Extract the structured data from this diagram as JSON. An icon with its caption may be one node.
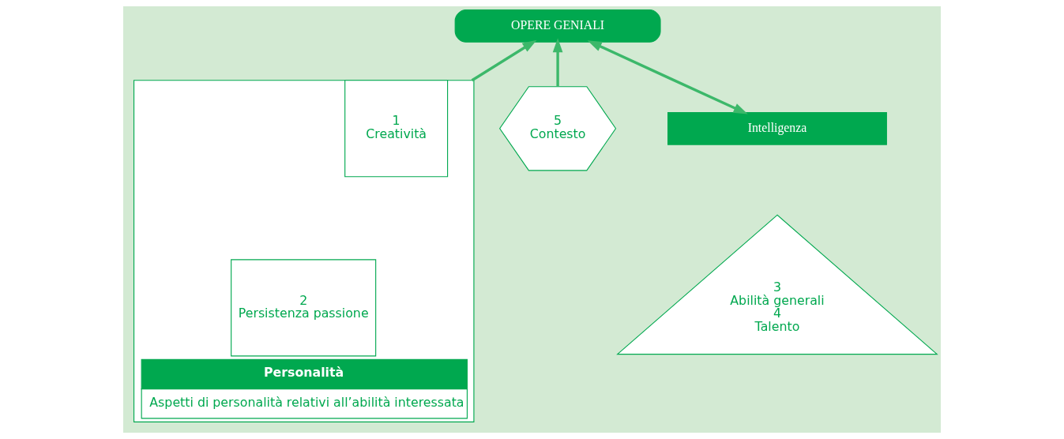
{
  "diagram": {
    "nodes": [
      {
        "text": [
          "OPERE GENIALI"
        ]
      },
      {
        "text": [
          "Personalità",
          "Aspetti di personalità relativi all’abilità interessata"
        ]
      },
      {
        "text": [
          "1",
          "Creatività"
        ],
        "in": 1
      },
      {
        "text": [
          "2",
          "Persistenza passione"
        ],
        "in": 1
      },
      {
        "text": [
          "5",
          "Contesto"
        ]
      },
      {
        "text": [
          "Intelligenza"
        ]
      },
      {
        "text": [
          "3",
          "Abilità generali",
          "4",
          "Talento"
        ]
      }
    ],
    "edges": [
      {
        "from": 1,
        "to": 0,
        "arrow": "to"
      },
      {
        "from": 4,
        "to": 0,
        "arrow": "to"
      },
      {
        "from": 5,
        "to": 0,
        "arrow": "both"
      }
    ]
  }
}
